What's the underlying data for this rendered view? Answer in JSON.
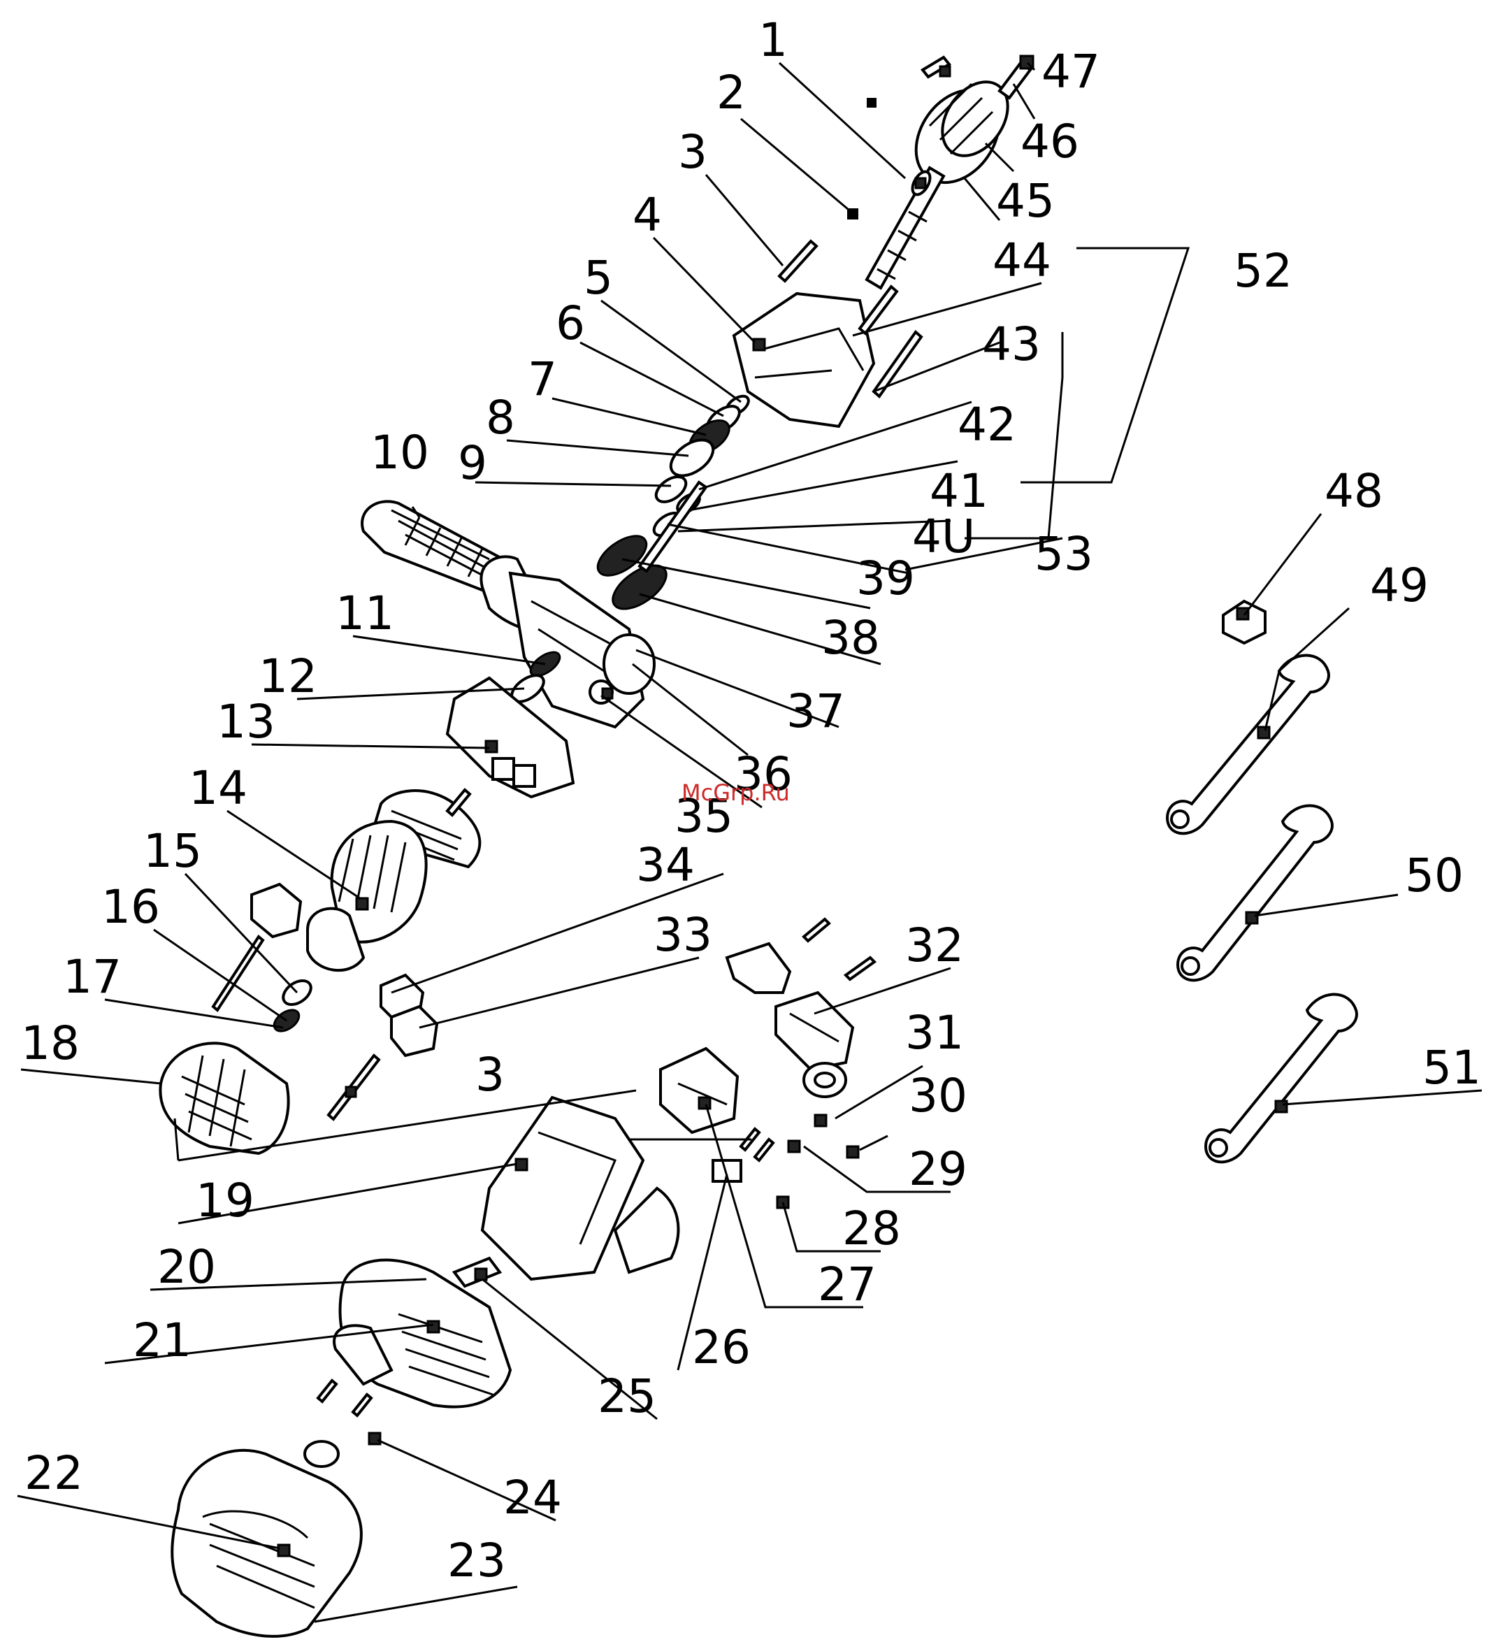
{
  "watermark": "McGrp.Ru",
  "callouts": [
    {
      "id": "1",
      "label": "1"
    },
    {
      "id": "2",
      "label": "2"
    },
    {
      "id": "3",
      "label": "3"
    },
    {
      "id": "4",
      "label": "4"
    },
    {
      "id": "5",
      "label": "5"
    },
    {
      "id": "6",
      "label": "6"
    },
    {
      "id": "7",
      "label": "7"
    },
    {
      "id": "8",
      "label": "8"
    },
    {
      "id": "9",
      "label": "9"
    },
    {
      "id": "10",
      "label": "10"
    },
    {
      "id": "11",
      "label": "11"
    },
    {
      "id": "12",
      "label": "12"
    },
    {
      "id": "13",
      "label": "13"
    },
    {
      "id": "14",
      "label": "14"
    },
    {
      "id": "15",
      "label": "15"
    },
    {
      "id": "16",
      "label": "16"
    },
    {
      "id": "17",
      "label": "17"
    },
    {
      "id": "18",
      "label": "18"
    },
    {
      "id": "19",
      "label": "19"
    },
    {
      "id": "20",
      "label": "20"
    },
    {
      "id": "21",
      "label": "21"
    },
    {
      "id": "22",
      "label": "22"
    },
    {
      "id": "23",
      "label": "23"
    },
    {
      "id": "24",
      "label": "24"
    },
    {
      "id": "25",
      "label": "25"
    },
    {
      "id": "26",
      "label": "26"
    },
    {
      "id": "27",
      "label": "27"
    },
    {
      "id": "28",
      "label": "28"
    },
    {
      "id": "29",
      "label": "29"
    },
    {
      "id": "30",
      "label": "30"
    },
    {
      "id": "31",
      "label": "31"
    },
    {
      "id": "32",
      "label": "32"
    },
    {
      "id": "33",
      "label": "33"
    },
    {
      "id": "34",
      "label": "34"
    },
    {
      "id": "35",
      "label": "35"
    },
    {
      "id": "36",
      "label": "36"
    },
    {
      "id": "37",
      "label": "37"
    },
    {
      "id": "38",
      "label": "38"
    },
    {
      "id": "39",
      "label": "39"
    },
    {
      "id": "40",
      "label": "4U"
    },
    {
      "id": "41",
      "label": "41"
    },
    {
      "id": "42",
      "label": "42"
    },
    {
      "id": "43",
      "label": "43"
    },
    {
      "id": "44",
      "label": "44"
    },
    {
      "id": "45",
      "label": "45"
    },
    {
      "id": "46",
      "label": "46"
    },
    {
      "id": "47",
      "label": "47"
    },
    {
      "id": "48",
      "label": "48"
    },
    {
      "id": "49",
      "label": "49"
    },
    {
      "id": "50",
      "label": "50"
    },
    {
      "id": "51",
      "label": "51"
    },
    {
      "id": "52",
      "label": "52"
    },
    {
      "id": "53",
      "label": "53"
    },
    {
      "id": "3b",
      "label": "3"
    }
  ]
}
